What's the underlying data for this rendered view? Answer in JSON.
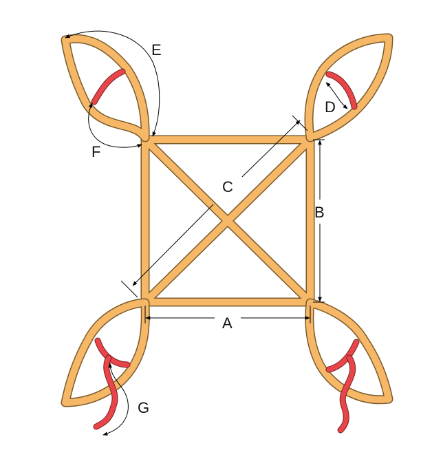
{
  "labels": {
    "a": "A",
    "b": "B",
    "c": "C",
    "d": "D",
    "e": "E",
    "f": "F",
    "g": "G"
  },
  "colors": {
    "frame": "#f6b867",
    "frame_outline": "#7a5a2a",
    "vein": "#e8454a",
    "dimension": "#000000"
  }
}
